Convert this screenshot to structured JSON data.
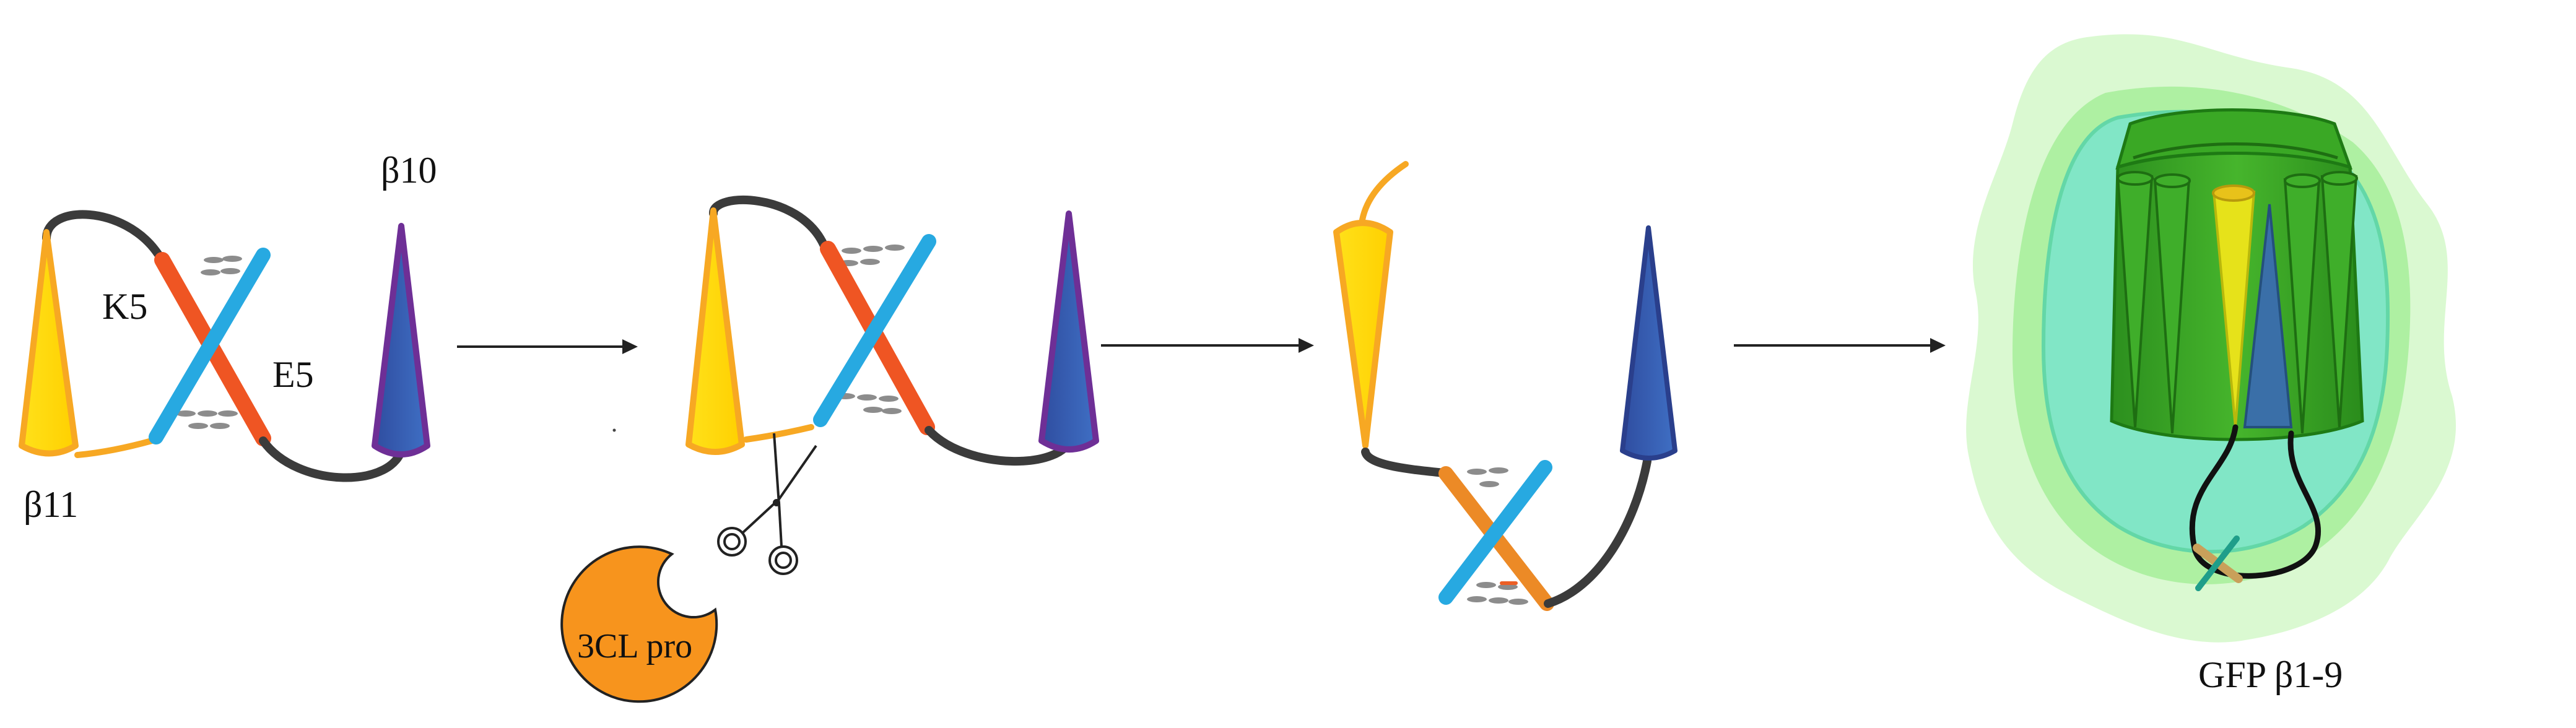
{
  "labels": {
    "beta11": "β11",
    "beta10": "β10",
    "k5": "K5",
    "e5": "E5",
    "protease": "3CL pro",
    "gfp": "GFP β1-9"
  },
  "colors": {
    "beta11_fill": "#ffe11a",
    "beta11_edge": "#f7a823",
    "beta10_fill": "#2f4da0",
    "beta10_edge": "#6e2f96",
    "k5_coil": "#ef5523",
    "e5_coil": "#27a9e1",
    "cleaved_coil": "#ec8a26",
    "linker": "#3b3b3b",
    "protease": "#f7941d",
    "gfp_barrel": "#3aa825",
    "gfp_glow_outer": "#b9f0a8",
    "gfp_glow_inner": "#7fe6c8",
    "arrow": "#222222"
  },
  "icons": [
    "scissors-icon",
    "pacman-protease-icon",
    "right-arrow-icon"
  ]
}
